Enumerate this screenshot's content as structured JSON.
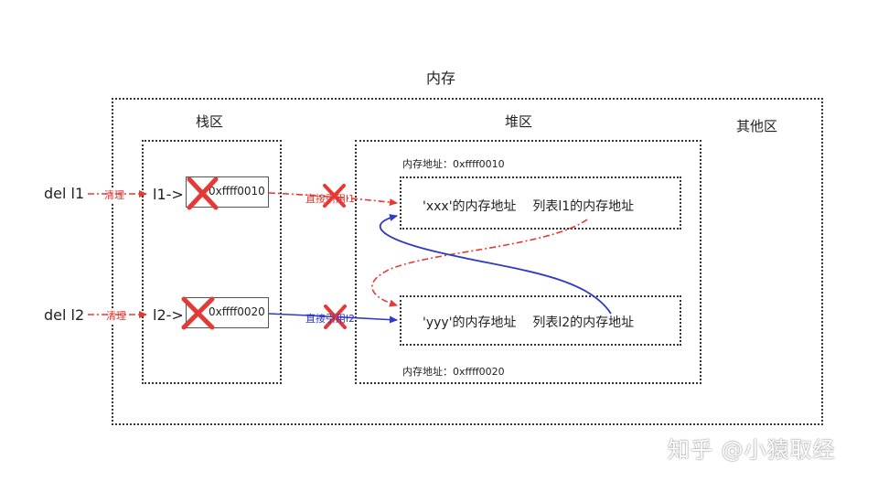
{
  "memory": {
    "title": "内存"
  },
  "stack": {
    "title": "栈区",
    "rows": [
      {
        "del": "del l1",
        "clean": "清理",
        "var": "l1->",
        "addr": "0xffff0010"
      },
      {
        "del": "del l2",
        "clean": "清理",
        "var": "l2->",
        "addr": "0xffff0020"
      }
    ]
  },
  "heap": {
    "title": "堆区",
    "objects": [
      {
        "addr_label": "内存地址：0xffff0010",
        "content": "'xxx'的内存地址    列表l1的内存地址"
      },
      {
        "addr_label": "内存地址：0xffff0020",
        "content": "'yyy'的内存地址    列表l2的内存地址"
      }
    ]
  },
  "other": {
    "title": "其他区"
  },
  "refs": {
    "r1": "直接引用l1",
    "r2": "直接引用l2"
  },
  "watermark": "知乎 @小猿取经",
  "colors": {
    "red": "#e53935",
    "blue": "#2f3ac7"
  }
}
